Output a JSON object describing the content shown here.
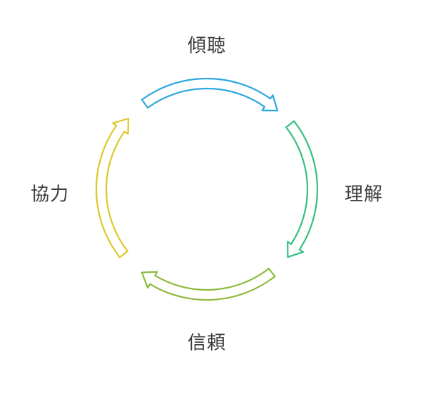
{
  "cycle": {
    "steps": [
      {
        "label": "傾聴",
        "color": "#2ea8dd"
      },
      {
        "label": "理解",
        "color": "#34c17f"
      },
      {
        "label": "信頼",
        "color": "#8dbb3c"
      },
      {
        "label": "協力",
        "color": "#ddc82c"
      }
    ]
  }
}
